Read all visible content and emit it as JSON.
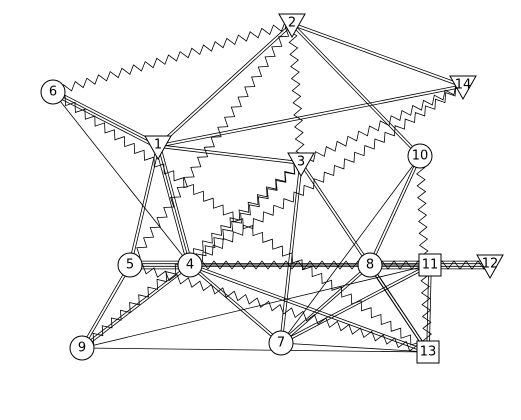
{
  "nodes": [
    {
      "id": "1",
      "label": "1",
      "shape": "triangle-down"
    },
    {
      "id": "2",
      "label": "2",
      "shape": "triangle-down"
    },
    {
      "id": "3",
      "label": "3",
      "shape": "triangle-down"
    },
    {
      "id": "4",
      "label": "4",
      "shape": "circle"
    },
    {
      "id": "5",
      "label": "5",
      "shape": "circle"
    },
    {
      "id": "6",
      "label": "6",
      "shape": "circle"
    },
    {
      "id": "7",
      "label": "7",
      "shape": "circle"
    },
    {
      "id": "8",
      "label": "8",
      "shape": "circle"
    },
    {
      "id": "9",
      "label": "9",
      "shape": "circle"
    },
    {
      "id": "10",
      "label": "10",
      "shape": "circle"
    },
    {
      "id": "11",
      "label": "11",
      "shape": "square"
    },
    {
      "id": "12",
      "label": "12",
      "shape": "triangle-down"
    },
    {
      "id": "13",
      "label": "13",
      "shape": "square"
    },
    {
      "id": "14",
      "label": "14",
      "shape": "triangle-down"
    }
  ],
  "edges": [
    {
      "source": "2",
      "target": "6",
      "style": "zigzag"
    },
    {
      "source": "2",
      "target": "1",
      "style": "double"
    },
    {
      "source": "2",
      "target": "14",
      "style": "double"
    },
    {
      "source": "2",
      "target": "10",
      "style": "double"
    },
    {
      "source": "2",
      "target": "5",
      "style": "zigzag"
    },
    {
      "source": "2",
      "target": "3",
      "style": "zigzag"
    },
    {
      "source": "6",
      "target": "1",
      "style": "triple"
    },
    {
      "source": "6",
      "target": "4",
      "style": "solid"
    },
    {
      "source": "6",
      "target": "13",
      "style": "zigzag"
    },
    {
      "source": "1",
      "target": "14",
      "style": "double"
    },
    {
      "source": "1",
      "target": "3",
      "style": "double"
    },
    {
      "source": "1",
      "target": "5",
      "style": "double"
    },
    {
      "source": "1",
      "target": "4",
      "style": "triple"
    },
    {
      "source": "14",
      "target": "3",
      "style": "zigzag"
    },
    {
      "source": "14",
      "target": "4",
      "style": "zigzag"
    },
    {
      "source": "3",
      "target": "7",
      "style": "double"
    },
    {
      "source": "3",
      "target": "13",
      "style": "double"
    },
    {
      "source": "3",
      "target": "4",
      "style": "zigzag"
    },
    {
      "source": "3",
      "target": "9",
      "style": "zigzag"
    },
    {
      "source": "10",
      "target": "8",
      "style": "double"
    },
    {
      "source": "10",
      "target": "13",
      "style": "zigzag"
    },
    {
      "source": "10",
      "target": "7",
      "style": "solid"
    },
    {
      "source": "5",
      "target": "4",
      "style": "quad"
    },
    {
      "source": "5",
      "target": "9",
      "style": "double"
    },
    {
      "source": "5",
      "target": "13",
      "style": "zigzag"
    },
    {
      "source": "4",
      "target": "8",
      "style": "double"
    },
    {
      "source": "4",
      "target": "7",
      "style": "double"
    },
    {
      "source": "4",
      "target": "13",
      "style": "double"
    },
    {
      "source": "4",
      "target": "9",
      "style": "double"
    },
    {
      "source": "4",
      "target": "11",
      "style": "solid"
    },
    {
      "source": "4",
      "target": "12",
      "style": "zigzag"
    },
    {
      "source": "8",
      "target": "11",
      "style": "quad"
    },
    {
      "source": "8",
      "target": "7",
      "style": "double"
    },
    {
      "source": "8",
      "target": "13",
      "style": "double"
    },
    {
      "source": "11",
      "target": "12",
      "style": "quad"
    },
    {
      "source": "11",
      "target": "7",
      "style": "double"
    },
    {
      "source": "11",
      "target": "13",
      "style": "double"
    },
    {
      "source": "9",
      "target": "13",
      "style": "solid"
    },
    {
      "source": "9",
      "target": "11",
      "style": "solid"
    },
    {
      "source": "7",
      "target": "13",
      "style": "solid"
    }
  ]
}
